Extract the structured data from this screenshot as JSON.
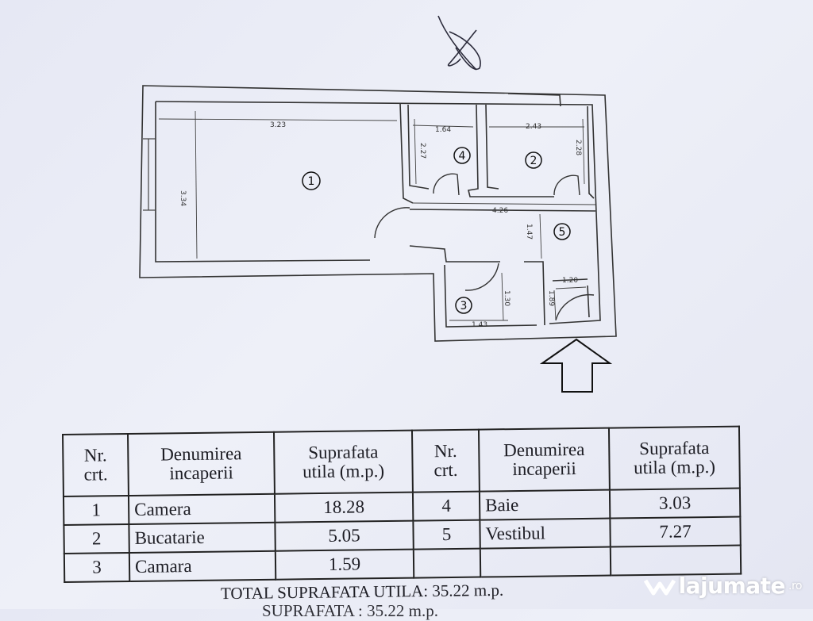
{
  "plan": {
    "dimensions": [
      "3.23",
      "3.34",
      "1.64",
      "2.43",
      "2.27",
      "2.28",
      "4.26",
      "1.47",
      "1.20",
      "1.30",
      "1.43",
      "1.89"
    ],
    "rooms": [
      "1",
      "2",
      "3",
      "4",
      "5"
    ]
  },
  "table": {
    "headers": {
      "nr": "Nr.\ncrt.",
      "den": "Denumirea\nincaperii",
      "sup": "Suprafata\nutila (m.p.)",
      "nr2": "Nr.\ncrt.",
      "den2": "Denumirea\nincaperii",
      "sup2": "Suprafata\nutila (m.p.)"
    },
    "rows": [
      {
        "nr": "1",
        "den": "Camera",
        "sup": "18.28",
        "nr2": "4",
        "den2": "Baie",
        "sup2": "3.03"
      },
      {
        "nr": "2",
        "den": "Bucatarie",
        "sup": "5.05",
        "nr2": "5",
        "den2": "Vestibul",
        "sup2": "7.27"
      },
      {
        "nr": "3",
        "den": "Camara",
        "sup": "1.59",
        "nr2": "",
        "den2": "",
        "sup2": ""
      }
    ]
  },
  "total": "TOTAL SUPRAFATA UTILA: 35.22 m.p.",
  "total2": "SUPRAFATA : 35.22 m.p.",
  "watermark": {
    "brand": "lajumate",
    "tld": ".ro"
  }
}
